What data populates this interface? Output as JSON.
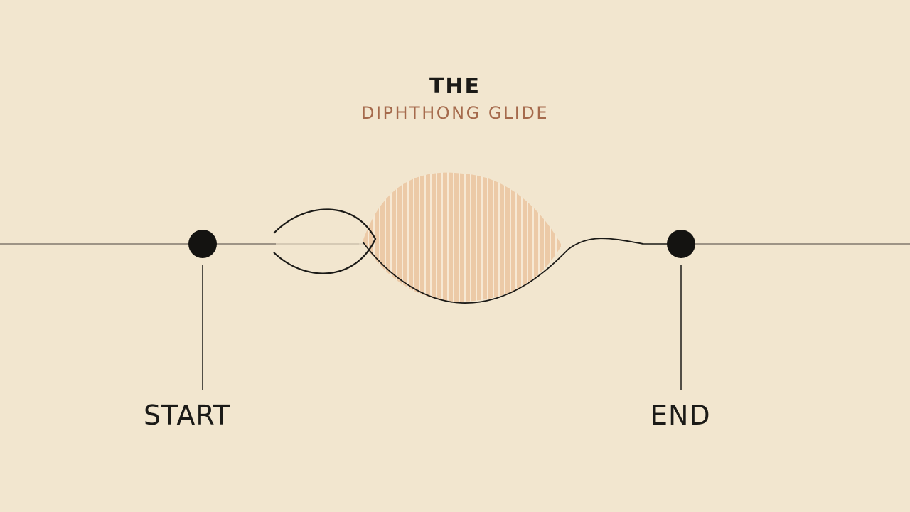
{
  "title": {
    "main": "THE",
    "sub": "DIPHTHONG GLIDE"
  },
  "labels": {
    "start": "START",
    "end": "END"
  },
  "colors": {
    "background": "#f2e6cf",
    "ink": "#1b1a17",
    "accent": "#a56a4c",
    "wave_fill": "#ecc9a5"
  }
}
